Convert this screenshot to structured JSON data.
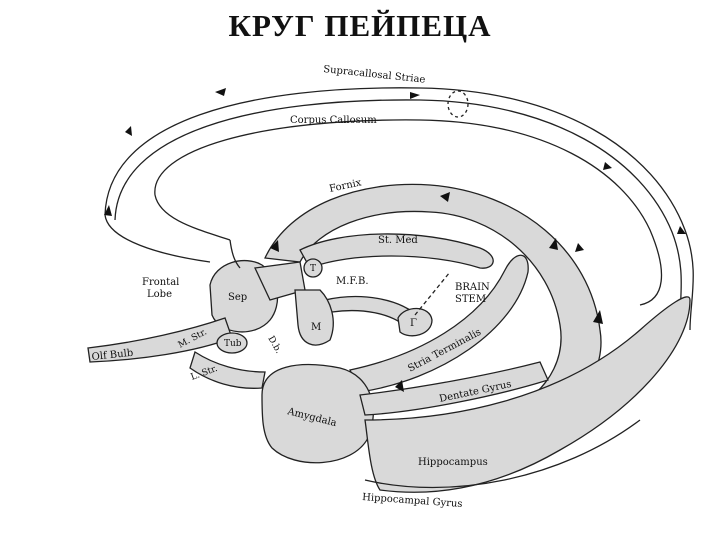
{
  "title": "КРУГ ПЕЙПЕЦА",
  "labels": {
    "supracallosal": "Supracallosal Striae",
    "corpus_callosum": "Corpus Callosum",
    "fornix": "Fornix",
    "st_med": "St. Med",
    "mfb": "M.F.B.",
    "brain_stem_1": "BRAIN",
    "brain_stem_2": "STEM",
    "frontal_1": "Frontal",
    "frontal_2": "Lobe",
    "sep": "Sep",
    "t": "T",
    "m": "M",
    "gamma": "Γ",
    "olf_bulb": "Olf Bulb",
    "m_str": "M. Str.",
    "tub": "Tub",
    "db": "D.b.",
    "l_str": "L. Str.",
    "stria_terminalis": "Stria Terminalis",
    "amygdala": "Amygdala",
    "dentate": "Dentate Gyrus",
    "hippocampus": "Hippocampus",
    "hippocampal_gyrus": "Hippocampal Gyrus"
  }
}
